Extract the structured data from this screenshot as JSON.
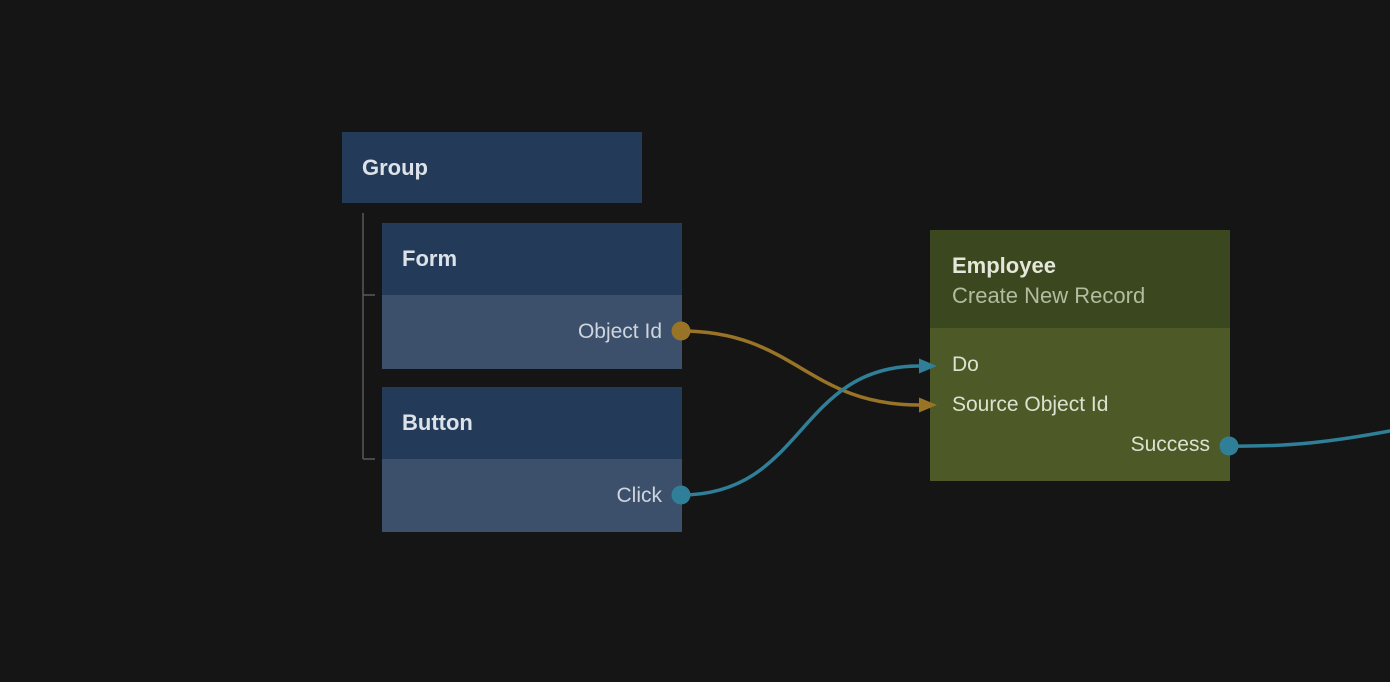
{
  "canvas": {
    "background": "#151515"
  },
  "palette": {
    "canvas_bg": "#151515",
    "node_header_blue": "#233b58",
    "node_port_blue": "#3c4f6b",
    "employee_header_green": "#3b471f",
    "employee_body_green": "#4d5926",
    "wire_orange": "#9a7426",
    "wire_teal": "#2e7f97",
    "tree_line": "#5a5a5a",
    "title_text": "#dde2e9",
    "port_text_blue": "#ced5de",
    "employee_title_text": "#e4e7d9",
    "employee_subtitle_text": "#b2bc9e",
    "employee_port_text": "#dde1d0"
  },
  "nodes": {
    "group": {
      "title": "Group"
    },
    "form": {
      "title": "Form",
      "output_label": "Object Id"
    },
    "button": {
      "title": "Button",
      "output_label": "Click"
    },
    "employee": {
      "title": "Employee",
      "subtitle": "Create New Record",
      "input_do": "Do",
      "input_source_object_id": "Source Object Id",
      "output_success": "Success"
    }
  },
  "hierarchy": {
    "parent": "Group",
    "children": [
      "Form",
      "Button"
    ]
  },
  "edges": [
    {
      "from": "Form.Object Id",
      "to": "Employee.Source Object Id",
      "color": "#9a7426"
    },
    {
      "from": "Button.Click",
      "to": "Employee.Do",
      "color": "#2e7f97"
    },
    {
      "from": "Employee.Success",
      "to": "offscreen-right",
      "color": "#2e7f97"
    }
  ]
}
